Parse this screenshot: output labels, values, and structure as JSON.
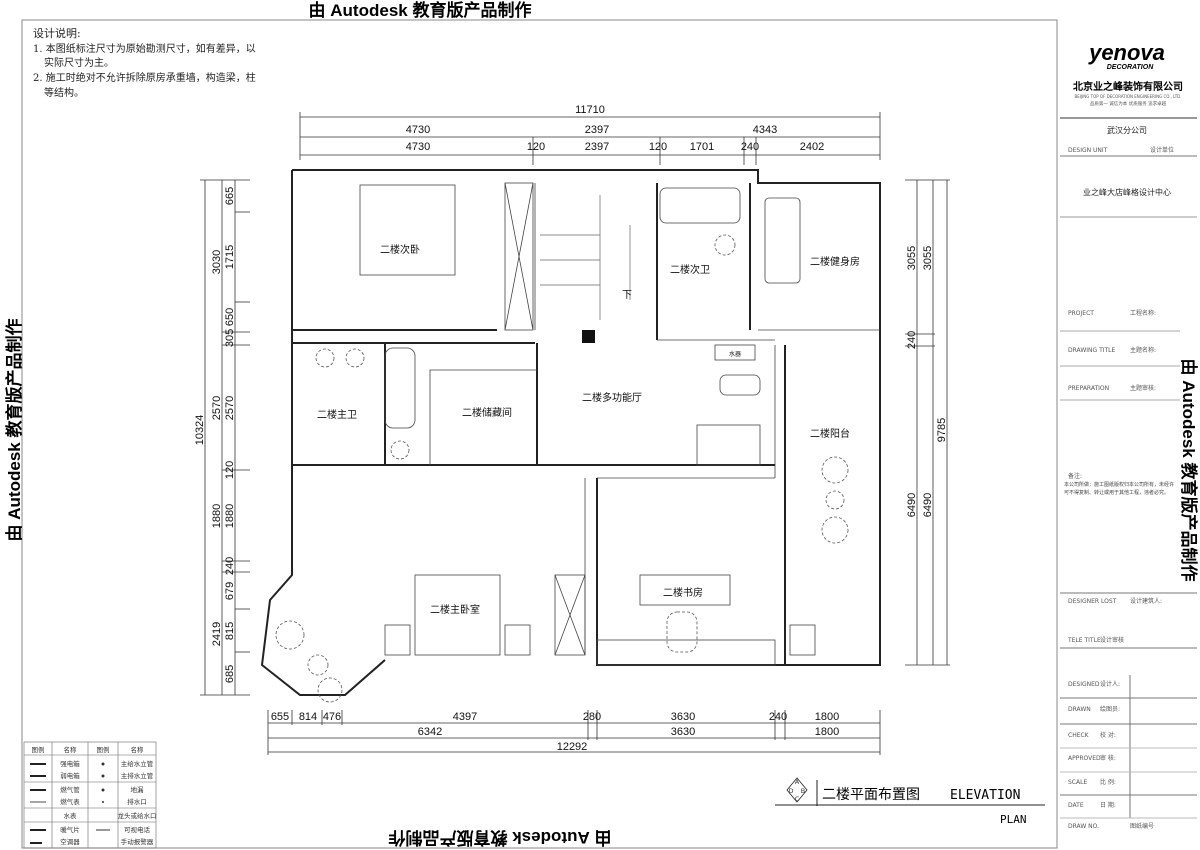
{
  "watermark": "由 Autodesk 教育版产品制作",
  "notes": {
    "title": "设计说明:",
    "lines": [
      "1. 本图纸标注尺寸为原始勘测尺寸，如有差异，以",
      "实际尺寸为主。",
      "2. 施工时绝对不允许拆除原房承重墙，构造梁，柱",
      "等结构。"
    ]
  },
  "rooms": {
    "second_bedroom": "二楼次卧",
    "stairs_down": "下",
    "second_bath": "二楼次卫",
    "gym": "二楼健身房",
    "master_bath": "二楼主卫",
    "storage": "二楼储藏间",
    "multi_hall": "二楼多功能厅",
    "balcony": "二楼阳台",
    "master_bedroom": "二楼主卧室",
    "study": "二楼书房",
    "water_heater": "水器"
  },
  "dims": {
    "top_total": "11710",
    "top_row1": [
      "4730",
      "2397",
      "4343"
    ],
    "top_row2": [
      "4730",
      "120",
      "2397",
      "120",
      "1701",
      "240",
      "2402"
    ],
    "left_total": "10324",
    "left_row1": [
      "3030",
      "2570",
      "1880",
      "2419"
    ],
    "left_row2": [
      "665",
      "1715",
      "650",
      "305",
      "2570",
      "120",
      "1880",
      "240",
      "679",
      "815",
      "685"
    ],
    "right_row1": [
      "3055",
      "240",
      "6490"
    ],
    "right_row2": [
      "3055",
      "6490"
    ],
    "right_total": "9785",
    "bottom_row1": [
      "655",
      "814",
      "476",
      "4397",
      "280",
      "3630",
      "240",
      "1800"
    ],
    "bottom_row2": [
      "6342",
      "3630",
      "1800"
    ],
    "bottom_total": "12292"
  },
  "drawing_title": {
    "compass": [
      "A",
      "B",
      "C",
      "D"
    ],
    "name": "二楼平面布置图",
    "en1": "ELEVATION",
    "en2": "PLAN"
  },
  "legend": {
    "headers": [
      "图例",
      "名称",
      "图例",
      "名称"
    ],
    "rows": [
      [
        "强电箱",
        "主给水立管"
      ],
      [
        "弱电箱",
        "主排水立管"
      ],
      [
        "燃气管",
        "地漏"
      ],
      [
        "燃气表",
        "排水口"
      ],
      [
        "水表",
        "龙头或给水口"
      ],
      [
        "暖气片",
        "可视电话"
      ],
      [
        "空调器",
        "手动报警器"
      ]
    ]
  },
  "title_block": {
    "logo": "yenova",
    "logo_sub": "DECORATION",
    "company": "北京业之峰装饰有限公司",
    "company_en": "BEIJING TOP OF DECORATION ENGINEERING CO., LTD.",
    "company_slogan": "品质第一 诚信为本 优质服务 追求卓越",
    "branch": "武汉分公司",
    "design_unit_en": "DESIGN UNIT",
    "design_unit_cn": "设计单位",
    "design_center": "业之峰大店峰格设计中心",
    "project_en": "PROJECT",
    "project_cn": "工程名称:",
    "drawing_title_en": "DRAWING TITLE",
    "drawing_title_cn": "主题名称:",
    "preparation_en": "PREPARATION",
    "preparation_cn": "主题审核:",
    "remarks_title": "备注:",
    "remarks": "本公司所做：施工图纸版权归本公司所有，未经许可不得复制、转让或用于其他工程，违者必究。",
    "designer_en": "DESIGNER LOST",
    "designer_cn": "设计建筑人:",
    "tele_en": "TELE TITLE",
    "tele_cn": "设计审核",
    "rows": [
      [
        "DESIGNED",
        "设计人:"
      ],
      [
        "DRAWN",
        "绘图员:"
      ],
      [
        "CHECK",
        "校 对:"
      ],
      [
        "APPROVED",
        "审 核:"
      ],
      [
        "SCALE",
        "比 例:"
      ],
      [
        "DATE",
        "日 期:"
      ],
      [
        "DRAW NO.",
        "图纸编号"
      ]
    ]
  }
}
